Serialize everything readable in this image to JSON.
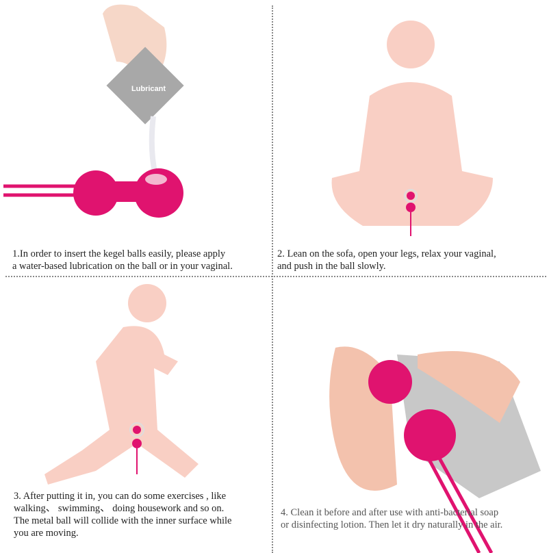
{
  "panels": [
    {
      "step": 1,
      "caption": "1.In order to insert the kegel balls easily, please apply\n a water-based lubrication on the ball or in your vaginal.",
      "packet_label": "Lubricant"
    },
    {
      "step": 2,
      "caption": "2. Lean on the sofa, open your legs, relax your vaginal,\n and push in the ball slowly."
    },
    {
      "step": 3,
      "caption": "3. After putting it in, you can do some exercises , like\n walking、 swimming、 doing housework and so on.\nThe metal ball will collide with the inner surface while\nyou are moving."
    },
    {
      "step": 4,
      "caption": "4. Clean it before and after use with anti-bacterial soap\nor disinfecting lotion. Then let it dry naturally in the air."
    }
  ],
  "colors": {
    "product": "#e0136f",
    "silhouette": "#f9cfc4",
    "skin": "#f3c2ad",
    "cloth": "#c8c8c8"
  }
}
